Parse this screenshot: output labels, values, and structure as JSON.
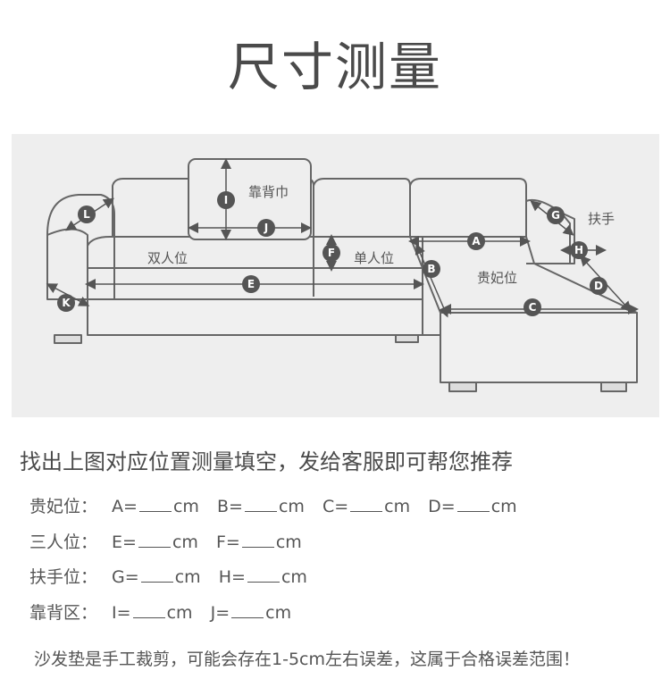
{
  "title": "尺寸测量",
  "diagram": {
    "labels": {
      "backrest": "靠背巾",
      "double_seat": "双人位",
      "single_seat": "单人位",
      "chaise": "贵妃位",
      "armrest": "扶手"
    },
    "markers": [
      "A",
      "B",
      "C",
      "D",
      "E",
      "F",
      "G",
      "H",
      "I",
      "J",
      "K",
      "L"
    ]
  },
  "instruction": "找出上图对应位置测量填空，发给客服即可帮您推荐",
  "rows": [
    {
      "label": "贵妃位：",
      "items": [
        {
          "prefix": "A=",
          "unit": "cm"
        },
        {
          "prefix": "B=",
          "unit": "cm"
        },
        {
          "prefix": "C=",
          "unit": "cm"
        },
        {
          "prefix": "D=",
          "unit": "cm"
        }
      ]
    },
    {
      "label": "三人位：",
      "items": [
        {
          "prefix": "E=",
          "unit": "cm"
        },
        {
          "prefix": "F=",
          "unit": "cm"
        }
      ]
    },
    {
      "label": "扶手位：",
      "items": [
        {
          "prefix": "G=",
          "unit": "cm"
        },
        {
          "prefix": "H=",
          "unit": "cm"
        }
      ]
    },
    {
      "label": "靠背区：",
      "items": [
        {
          "prefix": "I=",
          "unit": "cm"
        },
        {
          "prefix": "J=",
          "unit": "cm"
        }
      ]
    }
  ],
  "note": "沙发垫是手工裁剪，可能会存在1-5cm左右误差，这属于合格误差范围！"
}
